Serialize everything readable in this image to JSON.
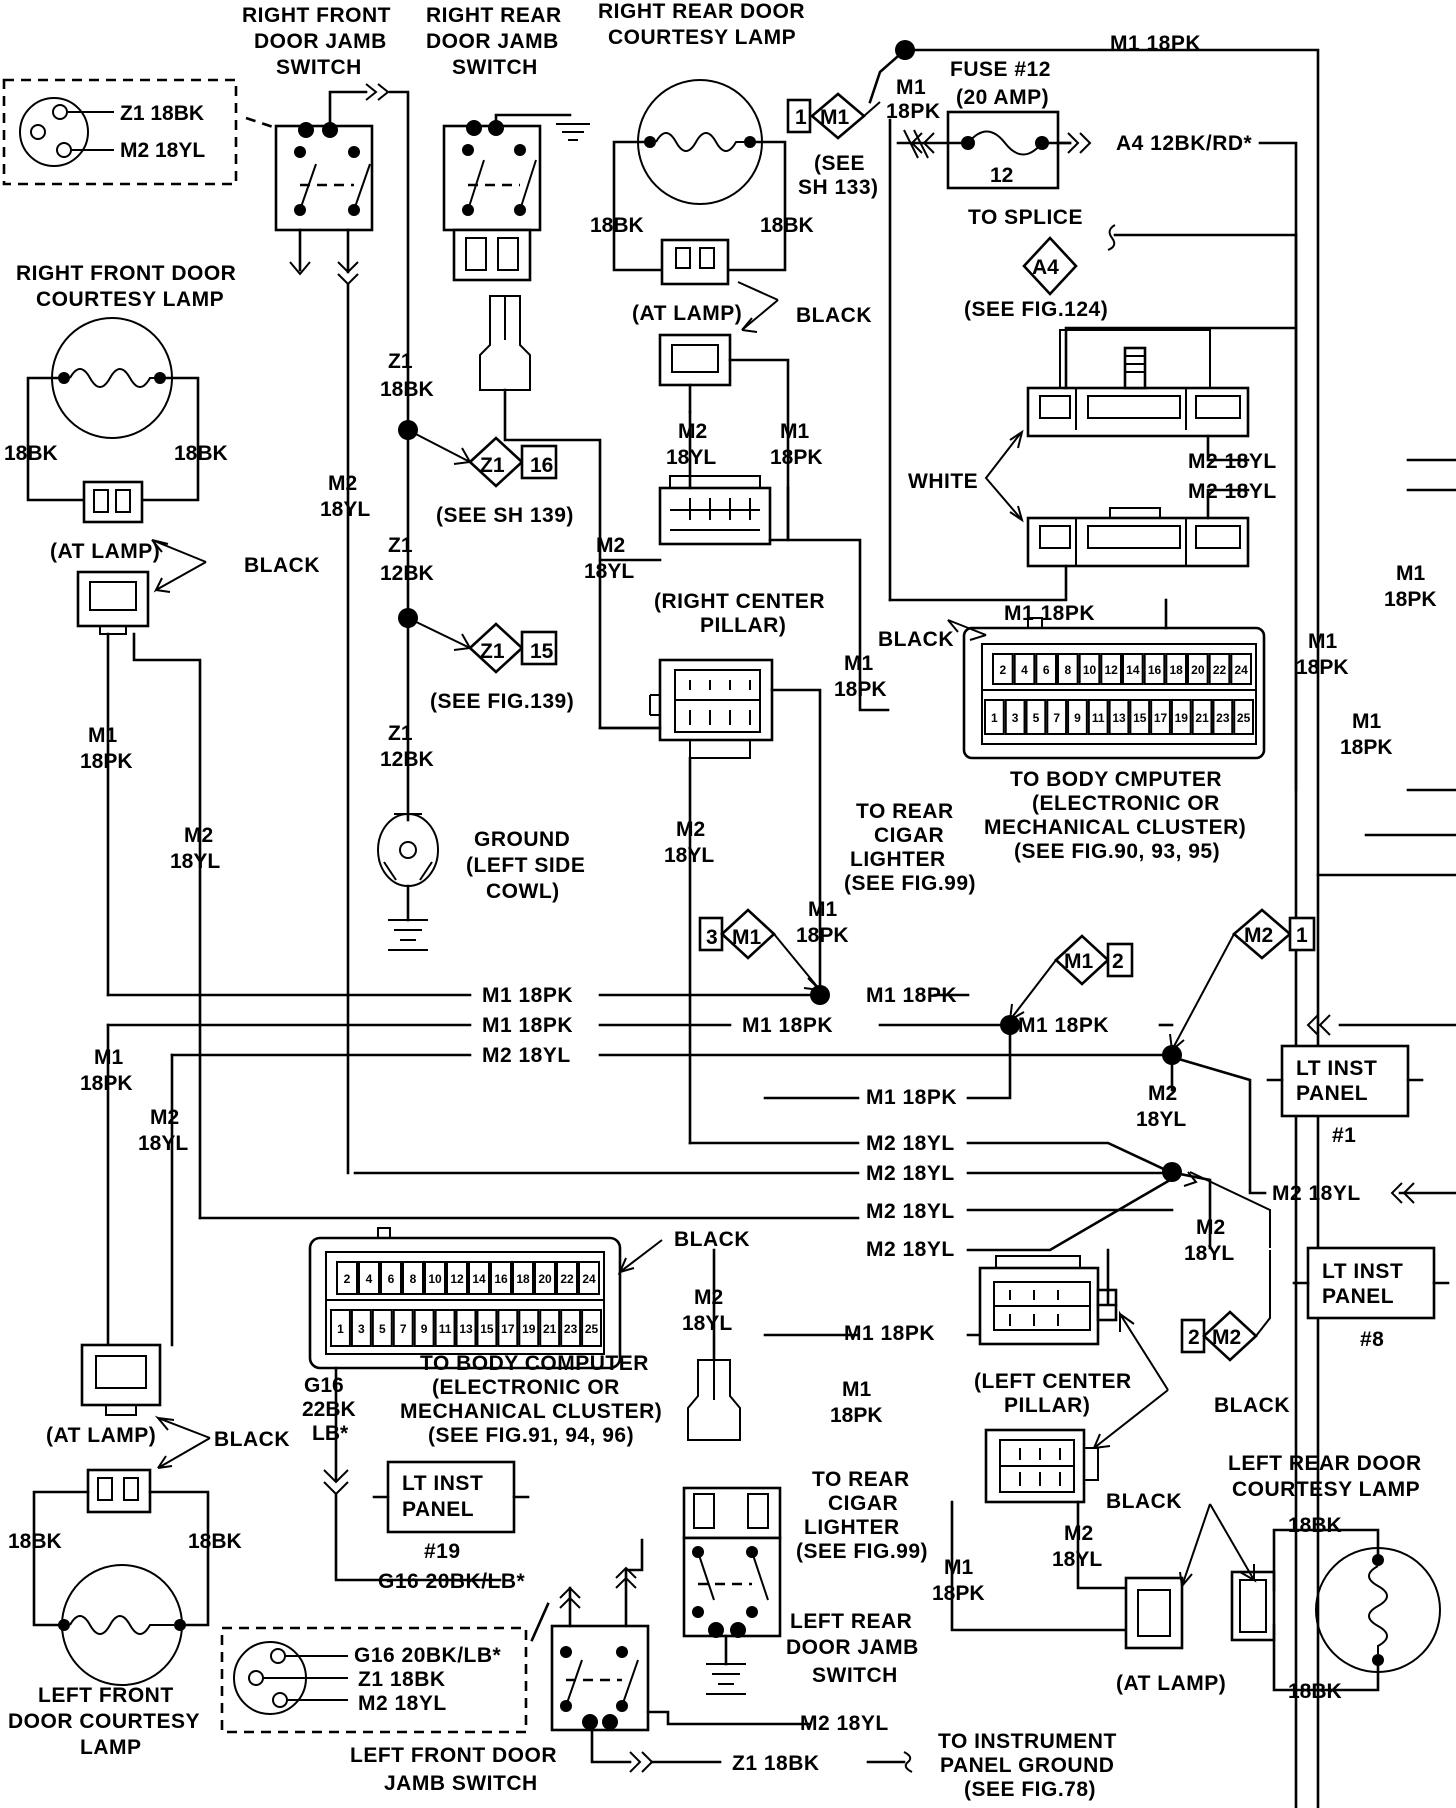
{
  "labels": {
    "rf_jamb": [
      "RIGHT FRONT",
      "DOOR JAMB",
      "SWITCH"
    ],
    "rr_jamb": [
      "RIGHT REAR",
      "DOOR JAMB",
      "SWITCH"
    ],
    "rr_lamp": [
      "RIGHT REAR DOOR",
      "COURTESY LAMP"
    ],
    "fuse": [
      "FUSE #12",
      "(20 AMP)"
    ],
    "fuse_num": "12",
    "rf_lamp": [
      "RIGHT FRONT DOOR",
      "COURTESY LAMP"
    ],
    "to_splice": "TO SPLICE",
    "see_fig124": "(SEE FIG.124)",
    "see_sh133": [
      "(SEE",
      "SH 133)"
    ],
    "see_sh139": "(SEE SH 139)",
    "see_fig139": "(SEE FIG.139)",
    "white": "WHITE",
    "black": "BLACK",
    "at_lamp": "(AT LAMP)",
    "right_center_pillar": [
      "(RIGHT CENTER",
      "PILLAR)"
    ],
    "ground": [
      "GROUND",
      "(LEFT SIDE",
      "COWL)"
    ],
    "to_rear_cigar": [
      "TO REAR",
      "CIGAR",
      "LIGHTER",
      "(SEE FIG.99)"
    ],
    "body_computer_right": [
      "TO BODY CMPUTER",
      "(ELECTRONIC OR",
      "MECHANICAL CLUSTER)",
      "(SEE FIG.90, 93, 95)"
    ],
    "body_computer_left": [
      "TO BODY COMPUTER",
      "(ELECTRONIC OR",
      "MECHANICAL CLUSTER)",
      "(SEE FIG.91, 94, 96)"
    ],
    "lt_inst_panel": [
      "LT INST",
      "PANEL"
    ],
    "lt_inst_1": "#1",
    "lt_inst_8": "#8",
    "lt_inst_19": "#19",
    "left_center_pillar": [
      "(LEFT CENTER",
      "PILLAR)"
    ],
    "lr_lamp": [
      "LEFT REAR DOOR",
      "COURTESY LAMP"
    ],
    "lr_jamb": [
      "LEFT REAR",
      "DOOR JAMB",
      "SWITCH"
    ],
    "lf_lamp": [
      "LEFT FRONT",
      "DOOR COURTESY",
      "LAMP"
    ],
    "lf_jamb": [
      "LEFT FRONT DOOR",
      "JAMB SWITCH"
    ],
    "to_inst_ground": [
      "TO INSTRUMENT",
      "PANEL GROUND",
      "(SEE FIG.78)"
    ]
  },
  "wires": {
    "m1": "M1 18PK",
    "m2": "M2 18YL",
    "m1a": "M1",
    "m2a": "M2",
    "z1a": "Z1",
    "bk18": "18BK",
    "pk18": "18PK",
    "yl18": "18YL",
    "bk12": "12BK",
    "z1_18bk": "Z1 18BK",
    "z1_18bk_sp": "Z1  18BK",
    "m2_18yl_sp": "M2  18YL",
    "m2_18yl_s": "M2 18YL",
    "a4": "A4 12BK/RD*",
    "g16a": "G16",
    "g16_22": "22BK",
    "g16_lb": "LB*",
    "g16_20": "G16 20BK/LB*",
    "g16_20_s": "G16 20BK/LB*"
  },
  "refs": {
    "m1": "M1",
    "m2": "M2",
    "z1": "Z1",
    "a4": "A4",
    "n1": "1",
    "n2": "2",
    "n3": "3",
    "n15": "15",
    "n16": "16"
  },
  "connectors": {
    "top_pins": [
      "2",
      "4",
      "6",
      "8",
      "10",
      "12",
      "14",
      "16",
      "18",
      "20",
      "22",
      "24"
    ],
    "bottom_pins": [
      "1",
      "3",
      "5",
      "7",
      "9",
      "11",
      "13",
      "15",
      "17",
      "19",
      "21",
      "23",
      "25"
    ]
  }
}
